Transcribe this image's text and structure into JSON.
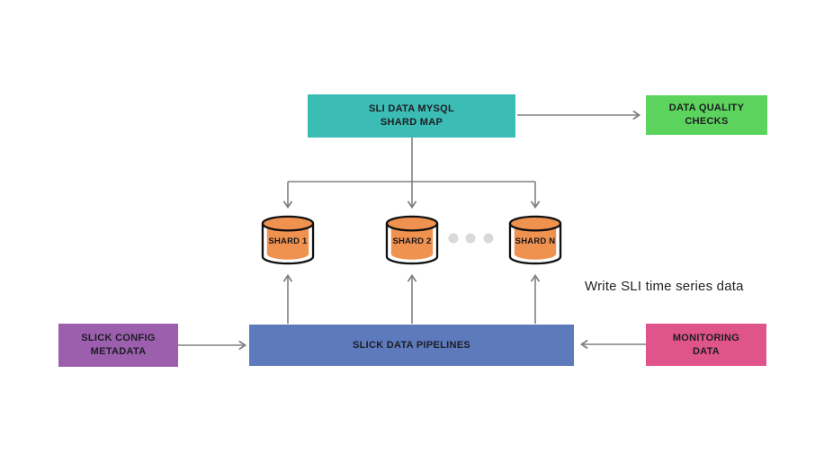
{
  "nodes": {
    "shard_map": {
      "line1": "SLI DATA MYSQL",
      "line2": "SHARD MAP",
      "color": "#3bbcb4"
    },
    "data_quality_checks": {
      "line1": "DATA QUALITY",
      "line2": "CHECKS",
      "color": "#5bd35c"
    },
    "slick_config_metadata": {
      "line1": "SLICK CONFIG",
      "line2": "METADATA",
      "color": "#9b5fae"
    },
    "slick_data_pipelines": {
      "label": "SLICK DATA PIPELINES",
      "color": "#5d7abd"
    },
    "monitoring_data": {
      "line1": "MONITORING",
      "line2": "DATA",
      "color": "#e0548c"
    }
  },
  "shards": [
    {
      "label": "SHARD 1"
    },
    {
      "label": "SHARD 2"
    },
    {
      "label": "SHARD N"
    }
  ],
  "annotation": {
    "write_sli": "Write SLI time series data"
  },
  "colors": {
    "cylinder_fill": "#f0924f",
    "cylinder_stroke": "#111111",
    "arrow": "#808080",
    "ellipsis_dots": "#d9d9d9",
    "label_text": "#1d1d22",
    "background": "#ffffff"
  }
}
